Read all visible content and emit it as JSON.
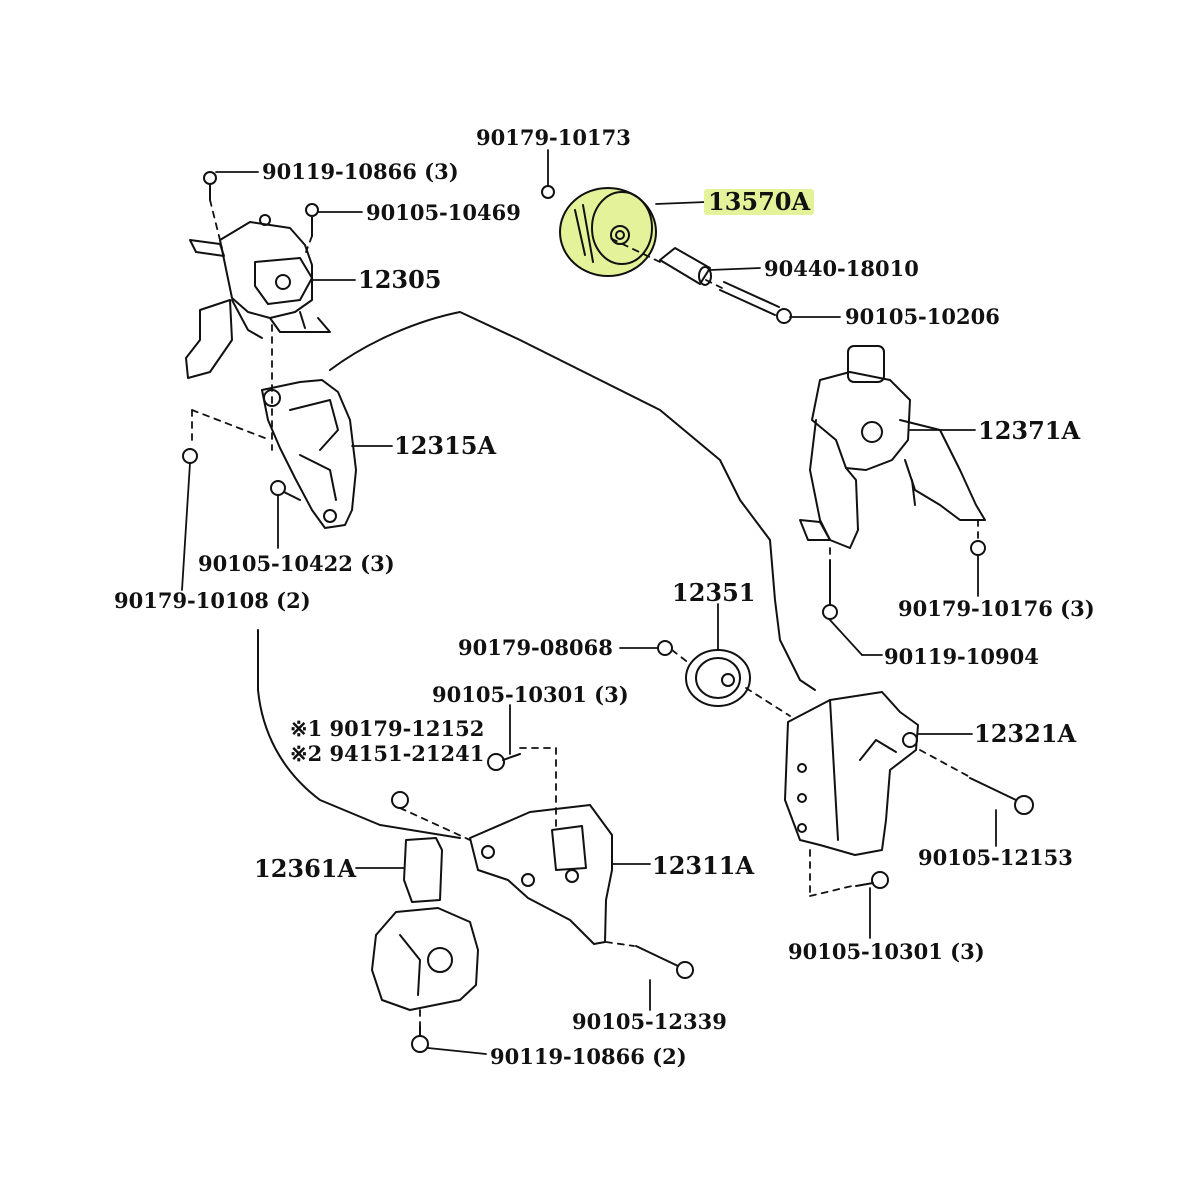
{
  "diagram": {
    "highlight_color": "#e4f39a",
    "line_color": "#111111",
    "labels": {
      "p90179_10173": "90179-10173",
      "p90119_10866_3": "90119-10866 (3)",
      "p90105_10469": "90105-10469",
      "p13570A": "13570A",
      "p90440_18010": "90440-18010",
      "p12305": "12305",
      "p90105_10206": "90105-10206",
      "p12371A": "12371A",
      "p12315A": "12315A",
      "p90105_10422_3": "90105-10422 (3)",
      "p90179_10108_2": "90179-10108 (2)",
      "p90179_10176_3": "90179-10176 (3)",
      "p12351": "12351",
      "p90179_08068": "90179-08068",
      "p90119_10904": "90119-10904",
      "p90105_10301_3a": "90105-10301 (3)",
      "p90179_12152": "※1 90179-12152",
      "p94151_21241": "※2 94151-21241",
      "p12321A": "12321A",
      "p12361A": "12361A",
      "p12311A": "12311A",
      "p90105_12153": "90105-12153",
      "p90105_10301_3b": "90105-10301 (3)",
      "p90105_12339": "90105-12339",
      "p90119_10866_2": "90119-10866 (2)"
    }
  }
}
